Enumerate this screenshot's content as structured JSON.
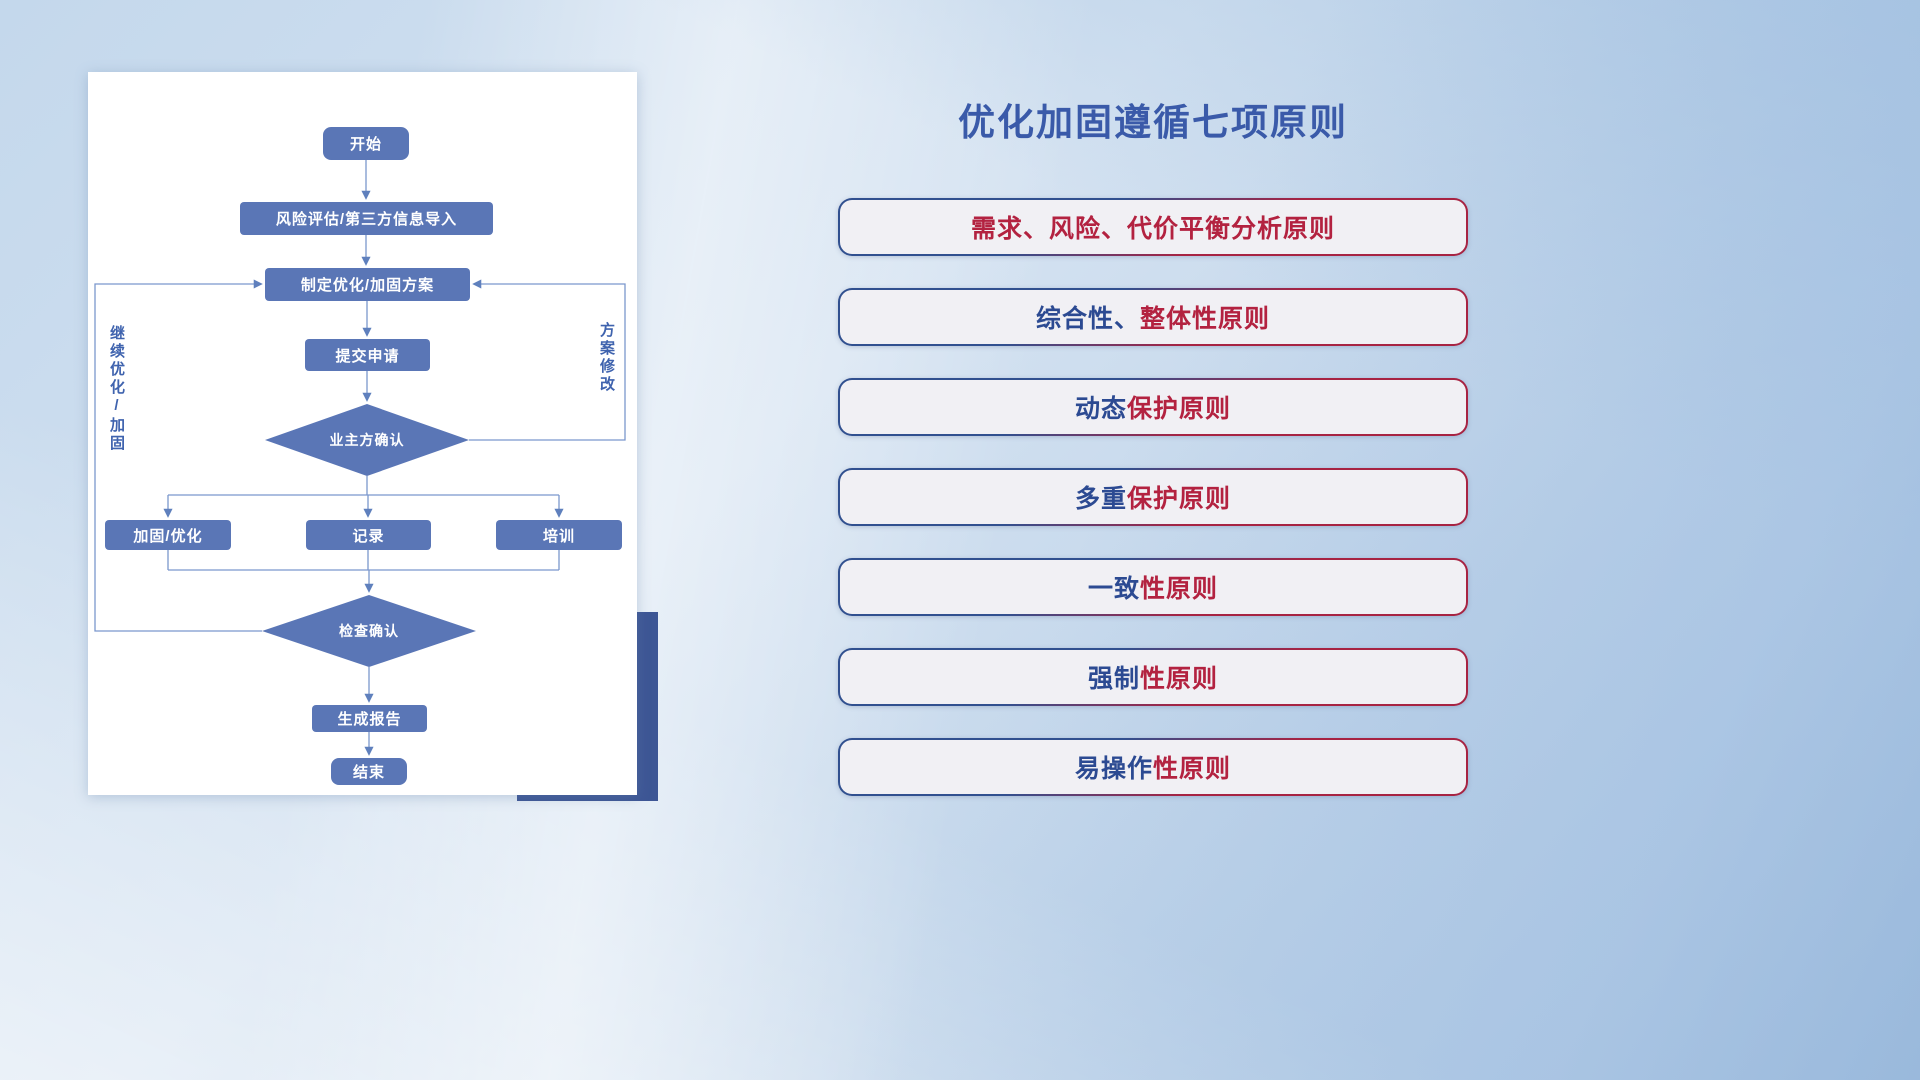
{
  "palette": {
    "title_blue": "#3a5aa9",
    "node_blue": "#5a76b6",
    "connector_blue": "#7b97cd",
    "principle_navy": "#2c4a92",
    "principle_red": "#b32240",
    "card_accent_navy": "#3d5695",
    "principle_box_fill": "#f1f0f4"
  },
  "flowchart": {
    "nodes": {
      "start": "开始",
      "risk_import": "风险评估/第三方信息导入",
      "make_plan": "制定优化/加固方案",
      "submit": "提交申请",
      "owner_confirm": "业主方确认",
      "reinforce": "加固/优化",
      "record": "记录",
      "training": "培训",
      "check_confirm": "检查确认",
      "report": "生成报告",
      "end": "结束"
    },
    "loop_labels": {
      "left": "继续优化/加固",
      "right": "方案修改"
    }
  },
  "principles": {
    "title": "优化加固遵循七项原则",
    "items": [
      {
        "blue": "",
        "red": "需求、风险、代价平衡分析原则"
      },
      {
        "blue": "综合性、",
        "red": "整体性原则"
      },
      {
        "blue": "动态",
        "red": "保护原则"
      },
      {
        "blue": "多重",
        "red": "保护原则"
      },
      {
        "blue": "一致",
        "red": "性原则"
      },
      {
        "blue": "强制",
        "red": "性原则"
      },
      {
        "blue": "易操作",
        "red": "性原则"
      }
    ]
  }
}
